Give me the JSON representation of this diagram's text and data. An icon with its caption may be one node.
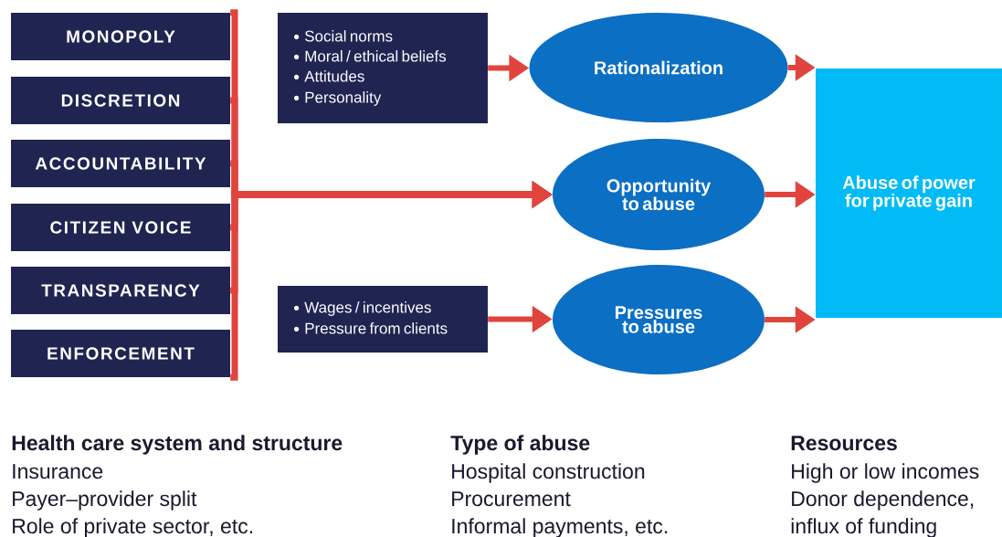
{
  "diagram": {
    "nodes": [
      {
        "text": [
          "MONOPOLY"
        ]
      },
      {
        "text": [
          "DISCRETION"
        ]
      },
      {
        "text": [
          "ACCOUNTABILITY"
        ]
      },
      {
        "text": [
          "CITIZEN VOICE"
        ]
      },
      {
        "text": [
          "TRANSPARENCY"
        ]
      },
      {
        "text": [
          "ENFORCEMENT"
        ]
      },
      {
        "text": [
          "Social norms",
          "Moral / ethical beliefs",
          "Attitudes",
          "Personality"
        ]
      },
      {
        "text": [
          "Rationalization"
        ]
      },
      {
        "text": [
          "Opportunity to abuse"
        ]
      },
      {
        "text": [
          "Wages / incentives",
          "Pressure from clients"
        ]
      },
      {
        "text": [
          "Pressures to abuse"
        ]
      },
      {
        "text": [
          "Abuse of power for private gain"
        ]
      }
    ],
    "edges": [
      {
        "from": 0,
        "to": 8,
        "arrow": "to"
      },
      {
        "from": 1,
        "to": 8,
        "arrow": "to"
      },
      {
        "from": 2,
        "to": 8,
        "arrow": "to"
      },
      {
        "from": 3,
        "to": 8,
        "arrow": "to"
      },
      {
        "from": 4,
        "to": 8,
        "arrow": "to"
      },
      {
        "from": 5,
        "to": 8,
        "arrow": "to"
      },
      {
        "from": 6,
        "to": 7,
        "arrow": "to"
      },
      {
        "from": 9,
        "to": 10,
        "arrow": "to"
      },
      {
        "from": 7,
        "to": 11,
        "arrow": "to"
      },
      {
        "from": 8,
        "to": 11,
        "arrow": "to"
      },
      {
        "from": 10,
        "to": 11,
        "arrow": "to"
      }
    ],
    "labels": [
      "Health care system and structure",
      "Insurance",
      "Payer–provider split",
      "Role of private sector, etc.",
      "Type of abuse",
      "Hospital construction",
      "Procurement",
      "Informal payments, etc.",
      "Resources",
      "High or low incomes",
      "Donor dependence,",
      "influx of funding"
    ]
  }
}
